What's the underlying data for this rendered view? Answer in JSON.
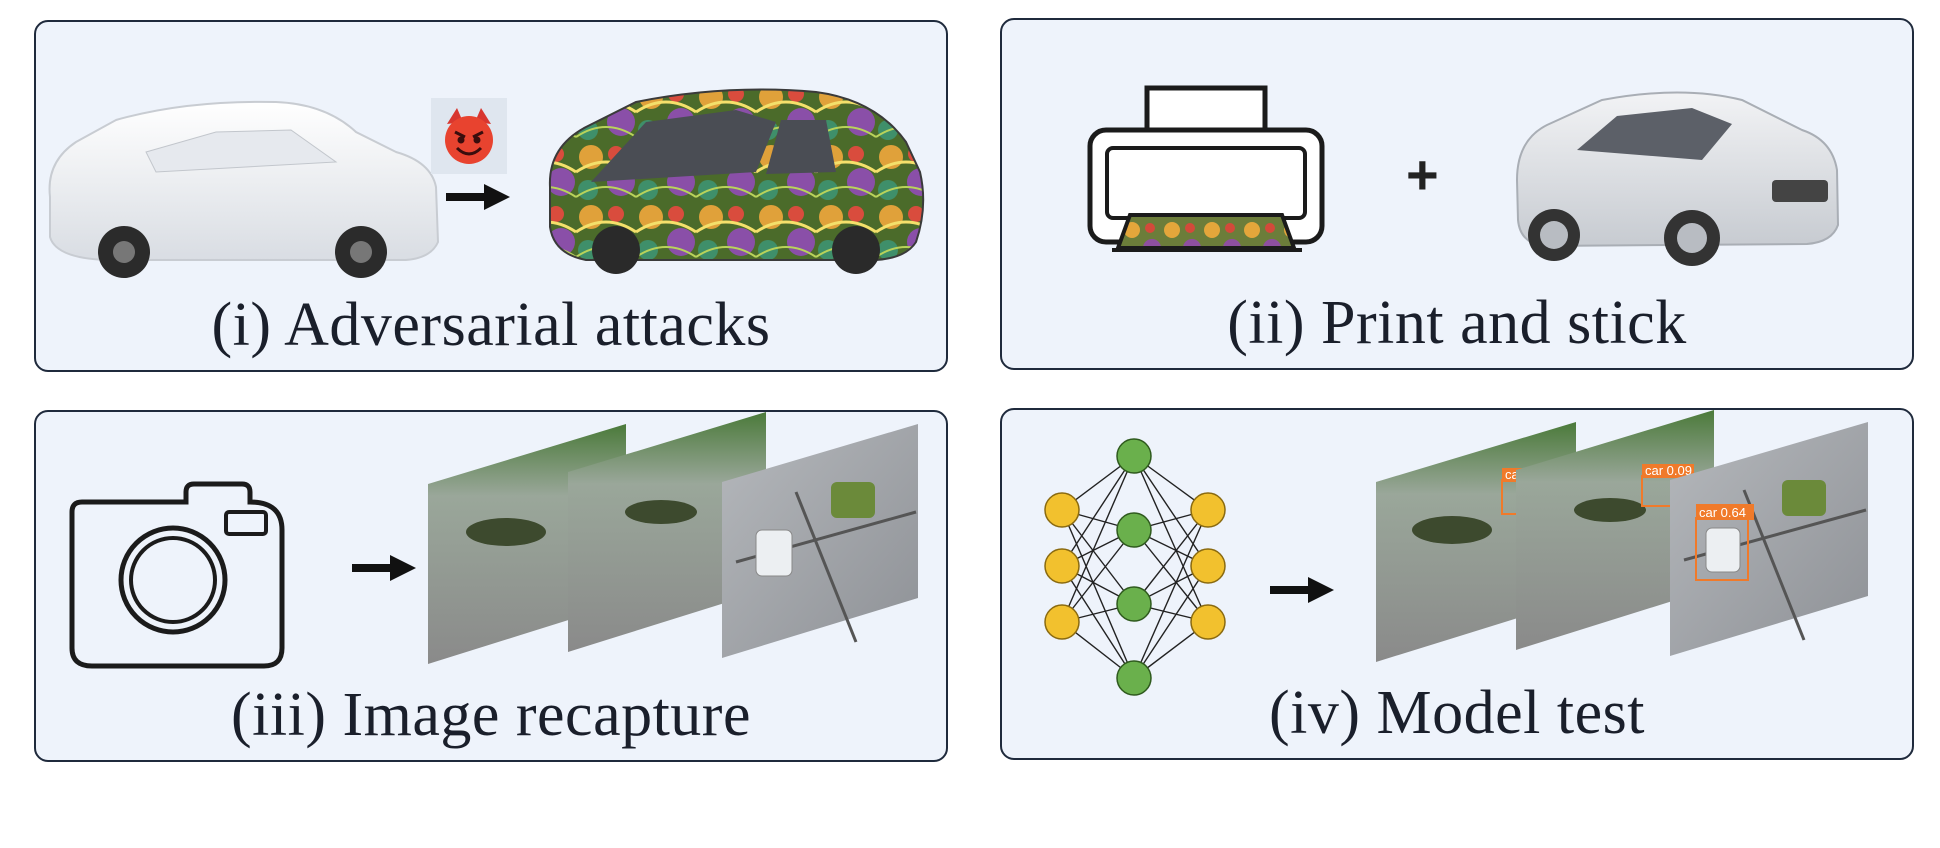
{
  "panels": [
    {
      "id": "adversarial",
      "caption": "(i) Adversarial attacks"
    },
    {
      "id": "print",
      "caption": "(ii) Print and stick"
    },
    {
      "id": "recapture",
      "caption": "(iii) Image recapture"
    },
    {
      "id": "model",
      "caption": "(iv) Model test"
    }
  ],
  "symbols": {
    "plus": "+"
  },
  "detections": [
    "car",
    "car 0.09",
    "car 0.64"
  ],
  "icons": {
    "attack": "devil-emoji-icon",
    "printer": "printer-icon",
    "camera": "camera-icon",
    "network": "neural-network-icon",
    "arrow": "right-arrow-icon"
  },
  "colors": {
    "panel_bg": "#eef3fb",
    "panel_border": "#1f2a3c",
    "node_yellow": "#f2c12e",
    "node_green": "#6ab04c",
    "detection_box": "#f07a2a"
  }
}
